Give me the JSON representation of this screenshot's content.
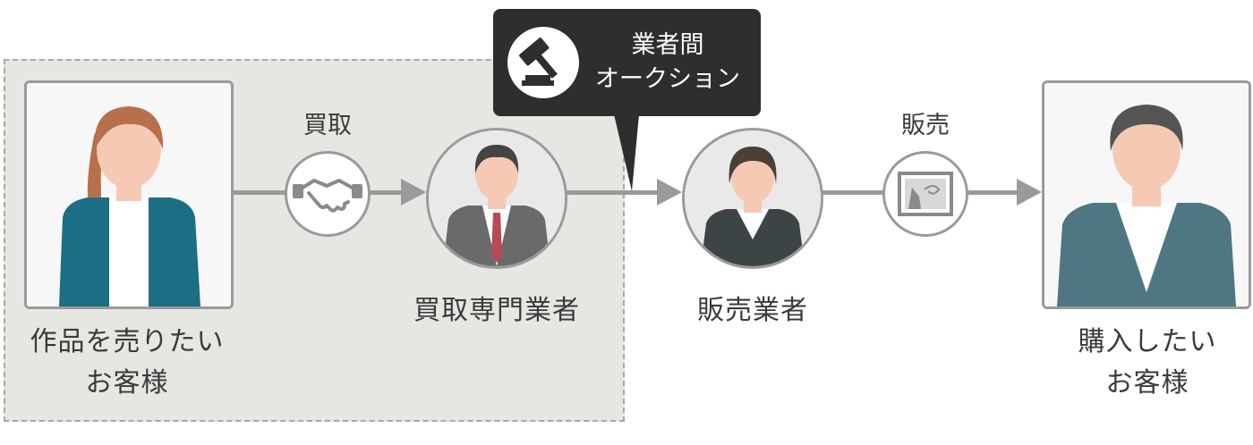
{
  "nodes": {
    "seller_customer": {
      "line1": "作品を売りたい",
      "line2": "お客様"
    },
    "buyback_dealer": {
      "label": "買取専門業者"
    },
    "retailer": {
      "label": "販売業者"
    },
    "buyer_customer": {
      "line1": "購入したい",
      "line2": "お客様"
    }
  },
  "steps": {
    "buyback": "買取",
    "sale": "販売"
  },
  "callout": {
    "line1": "業者間",
    "line2": "オークション",
    "icon": "gavel-icon"
  },
  "colors": {
    "dashed_bg": "#e7e6e2",
    "line": "#9a9a9a",
    "callout_bg": "#2e2e2e",
    "woman_top": "#1c6e85",
    "man_top": "#4e7683"
  }
}
